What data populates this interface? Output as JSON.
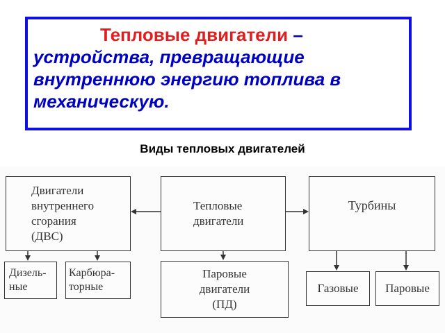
{
  "definition": {
    "term": "Тепловые двигатели",
    "dash": " – ",
    "line2": "устройства, превращающие",
    "line3": "внутреннюю энергию топлива в",
    "line4": "механическую."
  },
  "subtitle": "Виды тепловых двигателей",
  "diagram": {
    "nodes": {
      "dvs": "Двигатели\nвнутреннего\nсгорания\n(ДВС)",
      "heat_engines": "Тепловые\nдвигатели",
      "turbines": "Турбины",
      "diesel": "Дизель-\nные",
      "carburetor": "Карбюра-\nторные",
      "steam_engines": "Паровые\nдвигатели\n(ПД)",
      "gas": "Газовые",
      "steam": "Паровые"
    },
    "colors": {
      "line": "#333333",
      "definition_border": "#1010e0",
      "definition_text": "#0000c0",
      "term": "#e02020"
    }
  }
}
